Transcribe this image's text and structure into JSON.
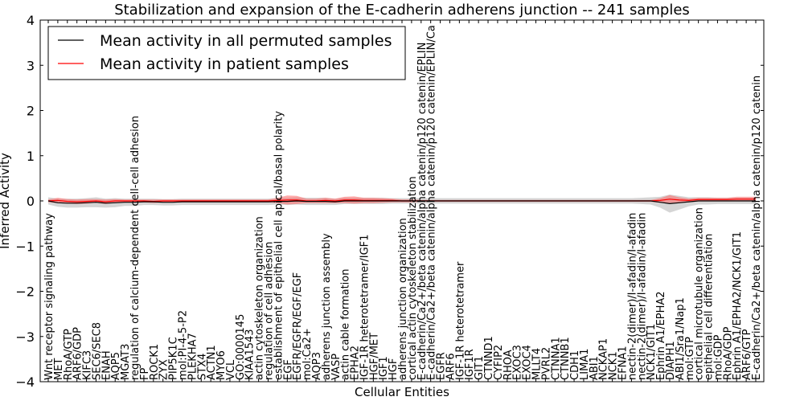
{
  "chart_data": {
    "type": "line",
    "title": "Stabilization and expansion of the E-cadherin adherens junction -- 241 samples",
    "xlabel": "Cellular Entities",
    "ylabel": "Inferred Activity",
    "ylim": [
      -4,
      4
    ],
    "yticks": [
      -4,
      -3,
      -2,
      -1,
      0,
      1,
      2,
      3,
      4
    ],
    "ytick_labels": [
      "−4",
      "−3",
      "−2",
      "−1",
      "0",
      "1",
      "2",
      "3",
      "4"
    ],
    "legend_position": "top-left",
    "grid": false,
    "colors": {
      "permuted": "#000000",
      "patient": "#ff0000",
      "permuted_band": "#b3b3b3",
      "patient_band": "#ff6666"
    },
    "categories": [
      "Wnt receptor signaling pathway",
      "MET",
      "RhoA/GTP",
      "ARF6/GDP",
      "KIFC3",
      "SEC6/SEC8",
      "ENAH",
      "AQP5",
      "MGAT3",
      "regulation of calcium-dependent cell-cell adhesion",
      "FP",
      "ROCK1",
      "ZYX",
      "PIP5K1C",
      "mol:PI-4-5-P2",
      "PLEKHA7",
      "STX4",
      "ACTN1",
      "MYO6",
      "VCL",
      "GO:0000145",
      "KIAA1543",
      "actin cytoskeleton organization",
      "regulation of cell adhesion",
      "establishment of epithelial cell apical/basal polarity",
      "EGF",
      "EGFR/EGFR/EGF/EGF",
      "mol:Ca2+",
      "AQP3",
      "adherens junction assembly",
      "VASP",
      "actin cable formation",
      "EPHA2",
      "IGF-1R heterotetramer/IGF1",
      "HGF/MET",
      "IGF1",
      "HGF",
      "adherens junction organization",
      "cortical actin cytoskeleton stabilization",
      "E-cadherin/Ca2+/beta catenin/alpha catenin/p120 catenin/EPLIN",
      "E-cadherin/Ca2+/beta catenin/alpha catenin/p120 catenin/EPLIN/Ca",
      "EGFR",
      "ARF6",
      "IGF-1R heterotetramer",
      "IGF1R",
      "GIT1",
      "CTNND1",
      "CYFIP2",
      "RHOA",
      "EXOC3",
      "EXOC4",
      "MLLT4",
      "PVRL2",
      "CTNNA1",
      "CTNNB1",
      "CDH1",
      "LIMA1",
      "ABI1",
      "NCKAP1",
      "NCK1",
      "EFNA1",
      "nectin-2(dimer)/I-afadin/I-afadin",
      "nectin-2(dimer)/I-afadin/I-afadin",
      "NCK1/GIT1",
      "Ephrin A1/EPHA2",
      "DIAPH1",
      "ABI1/Sra1/Nap1",
      "mol:GTP",
      "cortical microtubule organization",
      "epithelial cell differentiation",
      "mol:GDP",
      "RhoA/GDP",
      "Ephrin A1/EPHA2/NCK1/GIT1",
      "ARF6/GTP",
      "E-cadherin/Ca2+/beta catenin/alpha catenin/p120 catenin"
    ],
    "series": [
      {
        "name": "Mean activity in all permuted samples",
        "values": [
          0,
          -0.04,
          -0.05,
          -0.05,
          -0.04,
          -0.03,
          -0.05,
          -0.04,
          -0.03,
          -0.03,
          -0.02,
          -0.02,
          -0.03,
          -0.03,
          -0.02,
          -0.02,
          -0.02,
          -0.02,
          -0.02,
          -0.02,
          -0.02,
          -0.02,
          -0.02,
          -0.02,
          -0.01,
          -0.01,
          0,
          -0.01,
          -0.01,
          -0.01,
          -0.02,
          0,
          0,
          0,
          0,
          0,
          0,
          0,
          0,
          0,
          0,
          0,
          0,
          0,
          0,
          0,
          0,
          0,
          0,
          0,
          0,
          0,
          0,
          0,
          0,
          0,
          0,
          0,
          0,
          0,
          0,
          0,
          0,
          0,
          -0.03,
          -0.06,
          -0.04,
          -0.02,
          0,
          0,
          0,
          0,
          0,
          0,
          0
        ],
        "band": [
          0.08,
          0.09,
          0.1,
          0.1,
          0.1,
          0.11,
          0.1,
          0.1,
          0.08,
          0.08,
          0.07,
          0.07,
          0.07,
          0.07,
          0.07,
          0.07,
          0.07,
          0.07,
          0.07,
          0.07,
          0.07,
          0.07,
          0.07,
          0.07,
          0.07,
          0.08,
          0.08,
          0.08,
          0.08,
          0.08,
          0.07,
          0.07,
          0.07,
          0.07,
          0.07,
          0.07,
          0.06,
          0.06,
          0.06,
          0.06,
          0.06,
          0.06,
          0.06,
          0.06,
          0.06,
          0.06,
          0.06,
          0.06,
          0.06,
          0.06,
          0.06,
          0.06,
          0.06,
          0.06,
          0.06,
          0.06,
          0.06,
          0.06,
          0.06,
          0.06,
          0.06,
          0.06,
          0.07,
          0.08,
          0.12,
          0.2,
          0.15,
          0.1,
          0.08,
          0.08,
          0.07,
          0.07,
          0.07,
          0.07,
          0.07
        ]
      },
      {
        "name": "Mean activity in patient samples",
        "values": [
          0,
          0.01,
          -0.01,
          -0.02,
          -0.01,
          0,
          -0.02,
          0,
          0,
          0,
          0,
          -0.01,
          0,
          0,
          0,
          0,
          0,
          0,
          0,
          0,
          0,
          0,
          0,
          0,
          0.01,
          0.02,
          0.02,
          0,
          0,
          0.01,
          0,
          0.02,
          0.02,
          0.01,
          0.01,
          0.01,
          0.01,
          0,
          0,
          0,
          0,
          0,
          0,
          0,
          0,
          0,
          0,
          0,
          0,
          0,
          0,
          0,
          0,
          0,
          0,
          0,
          0,
          0,
          0,
          0,
          0,
          0,
          0,
          0,
          0.01,
          0.04,
          0.02,
          0.01,
          0.03,
          0.03,
          0.03,
          0.03,
          0.04,
          0.04,
          0.04
        ],
        "band": [
          0.03,
          0.06,
          0.05,
          0.05,
          0.05,
          0.04,
          0.05,
          0.04,
          0.03,
          0.03,
          0.03,
          0.04,
          0.03,
          0.03,
          0.03,
          0.03,
          0.03,
          0.03,
          0.03,
          0.03,
          0.03,
          0.03,
          0.03,
          0.03,
          0.06,
          0.1,
          0.09,
          0.05,
          0.05,
          0.06,
          0.05,
          0.07,
          0.08,
          0.06,
          0.06,
          0.05,
          0.04,
          0.03,
          0.03,
          0.02,
          0.02,
          0.02,
          0.02,
          0.02,
          0.02,
          0.02,
          0.02,
          0.02,
          0.02,
          0.02,
          0.02,
          0.02,
          0.02,
          0.02,
          0.02,
          0.02,
          0.02,
          0.02,
          0.02,
          0.02,
          0.02,
          0.02,
          0.02,
          0.02,
          0.05,
          0.09,
          0.06,
          0.04,
          0.04,
          0.04,
          0.04,
          0.04,
          0.05,
          0.05,
          0.05
        ]
      }
    ]
  }
}
